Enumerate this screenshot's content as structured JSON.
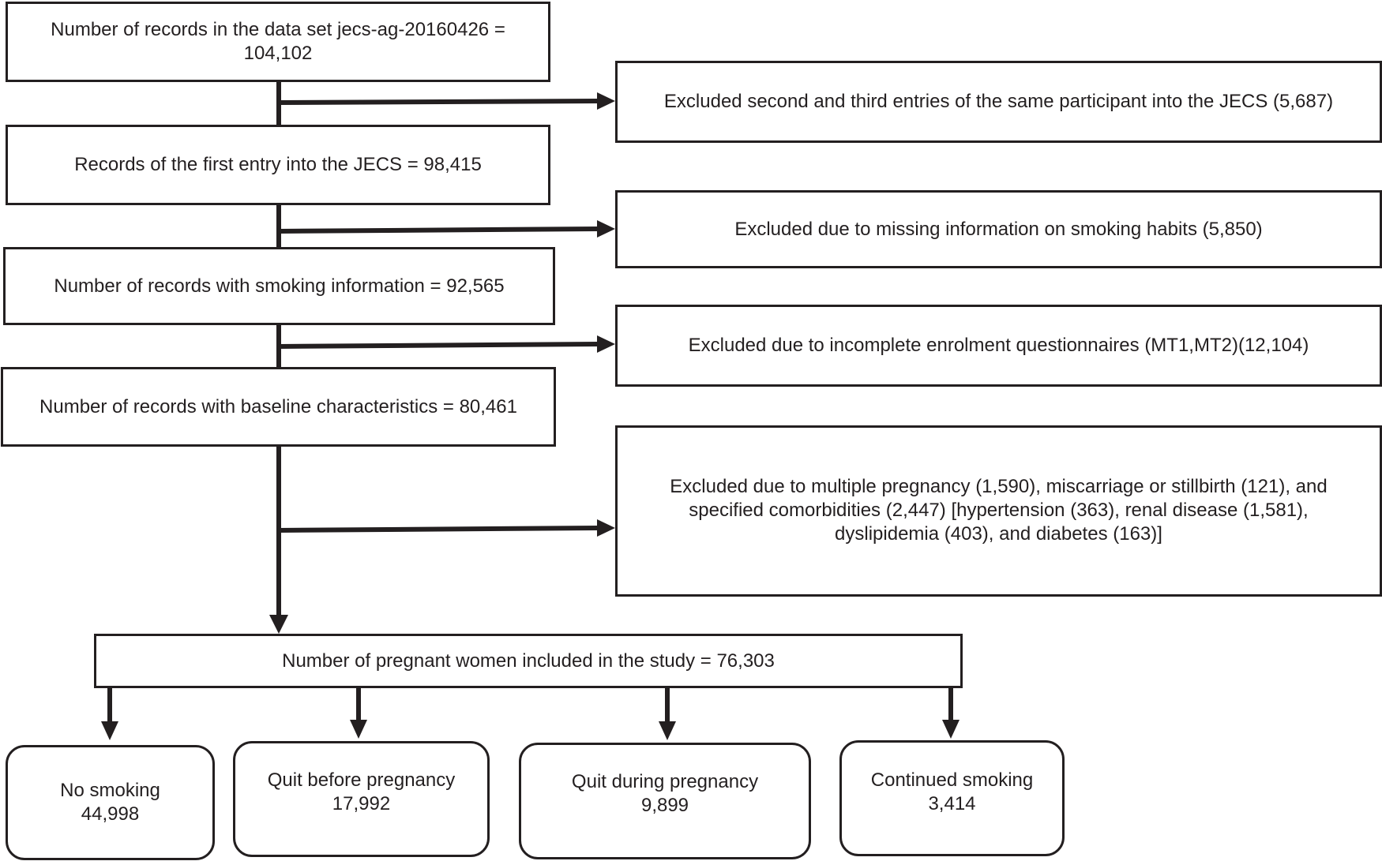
{
  "flow": {
    "main": [
      {
        "label": "Number of records in the data set jecs-ag-20160426 =\n104,102"
      },
      {
        "label": "Records of the first entry into the JECS  = 98,415"
      },
      {
        "label": "Number of records with smoking information  = 92,565"
      },
      {
        "label": "Number of records with baseline characteristics = 80,461"
      },
      {
        "label": "Number of pregnant women included in the study = 76,303"
      }
    ],
    "exclusions": [
      {
        "label": "Excluded second and third entries of the same participant into the JECS (5,687)"
      },
      {
        "label": "Excluded due to missing information on smoking habits (5,850)"
      },
      {
        "label": "Excluded due to incomplete enrolment questionnaires (MT1,MT2)(12,104)"
      },
      {
        "label": "Excluded due to multiple pregnancy (1,590), miscarriage or stillbirth (121), and\nspecified comorbidities (2,447) [hypertension (363), renal disease (1,581),\ndyslipidemia (403), and diabetes (163)]"
      }
    ],
    "groups": [
      {
        "name": "No smoking",
        "count": "44,998"
      },
      {
        "name": "Quit before pregnancy",
        "count": "17,992"
      },
      {
        "name": "Quit during pregnancy",
        "count": "9,899"
      },
      {
        "name": "Continued smoking",
        "count": "3,414"
      }
    ]
  }
}
